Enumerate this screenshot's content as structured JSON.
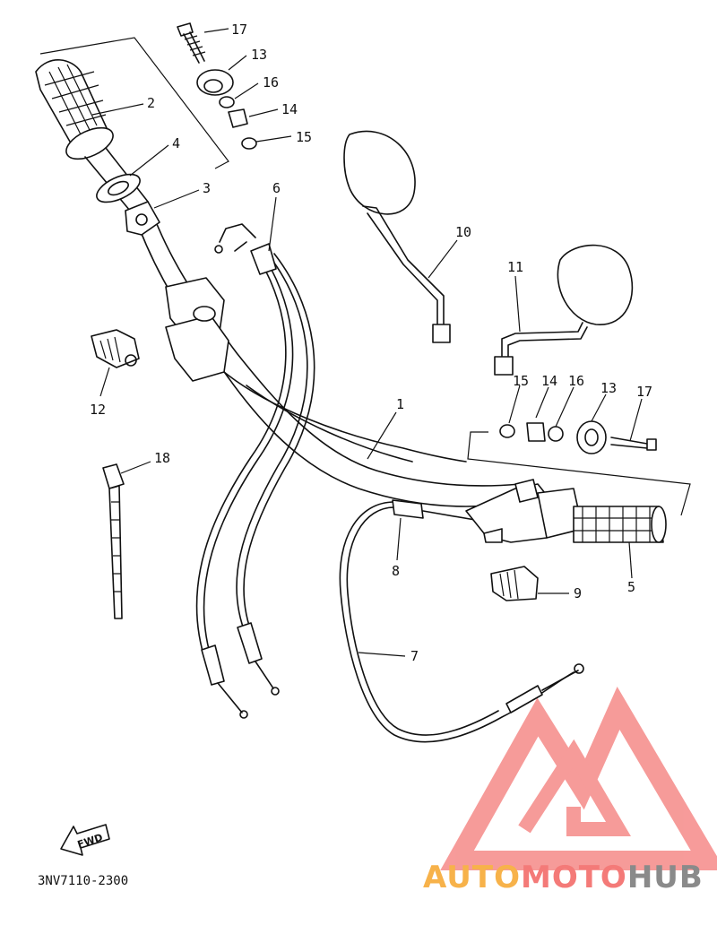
{
  "diagram": {
    "callouts": [
      {
        "id": "17-top",
        "text": "17"
      },
      {
        "id": "13-top",
        "text": "13"
      },
      {
        "id": "16-top",
        "text": "16"
      },
      {
        "id": "14-top",
        "text": "14"
      },
      {
        "id": "15-top",
        "text": "15"
      },
      {
        "id": "2",
        "text": "2"
      },
      {
        "id": "4",
        "text": "4"
      },
      {
        "id": "3",
        "text": "3"
      },
      {
        "id": "6",
        "text": "6"
      },
      {
        "id": "10",
        "text": "10"
      },
      {
        "id": "11",
        "text": "11"
      },
      {
        "id": "1",
        "text": "1"
      },
      {
        "id": "12",
        "text": "12"
      },
      {
        "id": "18",
        "text": "18"
      },
      {
        "id": "15-right",
        "text": "15"
      },
      {
        "id": "14-right",
        "text": "14"
      },
      {
        "id": "16-right",
        "text": "16"
      },
      {
        "id": "13-right",
        "text": "13"
      },
      {
        "id": "17-right",
        "text": "17"
      },
      {
        "id": "8",
        "text": "8"
      },
      {
        "id": "9",
        "text": "9"
      },
      {
        "id": "5",
        "text": "5"
      },
      {
        "id": "7",
        "text": "7"
      }
    ],
    "fwd_label": "FWD",
    "drawing_code": "3NV7110-2300"
  },
  "watermark": {
    "part1": "AUTO",
    "part2": "MOTO",
    "part3": "HUB",
    "colors": {
      "auto": "#f7b24a",
      "moto": "#f47a78",
      "hub": "#8a8a8a",
      "logo": "#f47a78"
    }
  }
}
